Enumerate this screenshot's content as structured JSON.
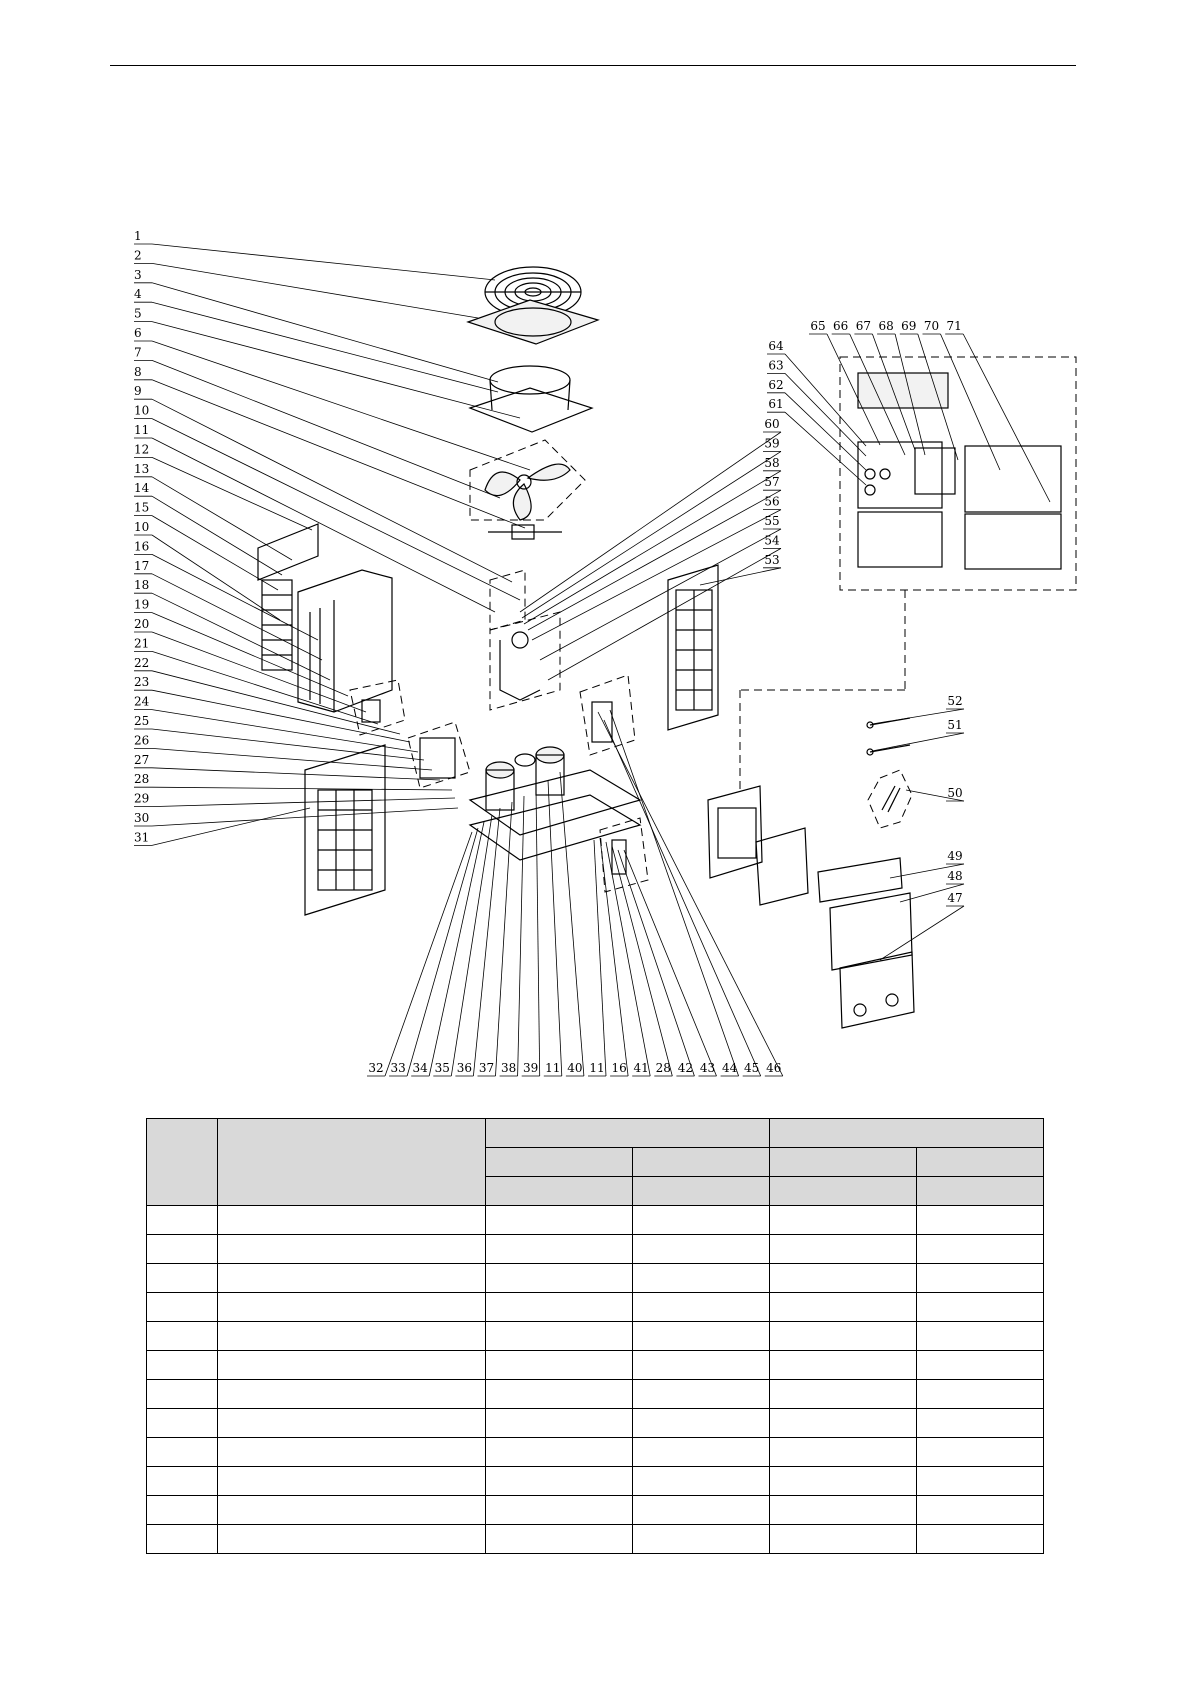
{
  "diagram": {
    "left_callouts": [
      "1",
      "2",
      "3",
      "4",
      "5",
      "6",
      "7",
      "8",
      "9",
      "10",
      "11",
      "12",
      "13",
      "14",
      "15",
      "10",
      "16",
      "17",
      "18",
      "19",
      "20",
      "21",
      "22",
      "23",
      "24",
      "25",
      "26",
      "27",
      "28",
      "29",
      "30",
      "31"
    ],
    "bottom_callouts": [
      "32",
      "33",
      "34",
      "35",
      "36",
      "37",
      "38",
      "39",
      "11",
      "40",
      "11",
      "16",
      "41",
      "28",
      "42",
      "43",
      "44",
      "45",
      "46"
    ],
    "top_right_callouts": [
      "65",
      "66",
      "67",
      "68",
      "69",
      "70",
      "71"
    ],
    "right_upper_callouts": [
      "64",
      "63",
      "62",
      "61"
    ],
    "center_right_callouts": [
      "60",
      "59",
      "58",
      "57",
      "56",
      "55",
      "54",
      "53"
    ],
    "right_lower_callouts": [
      "52",
      "51",
      "50",
      "49",
      "48",
      "47"
    ]
  },
  "table": {
    "header_rows": 3,
    "body_rows": 12,
    "columns": 6
  }
}
